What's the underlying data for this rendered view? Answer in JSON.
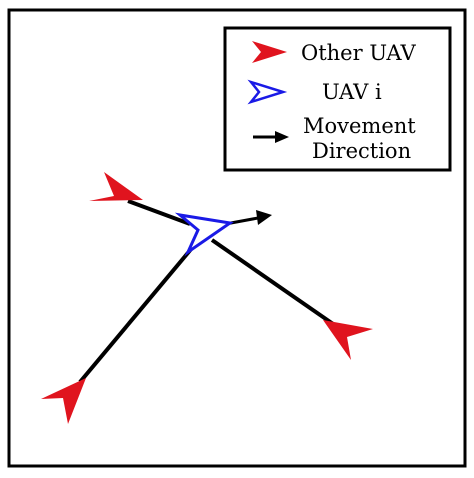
{
  "legend": {
    "other_uav": "Other UAV",
    "uav_i": "UAV i",
    "movement_line1": "Movement",
    "movement_line2": "Direction"
  },
  "colors": {
    "other_uav": "#e0141e",
    "uav_i": "#1a1ae6",
    "line": "#000000",
    "frame": "#000000"
  },
  "icons": {
    "other_uav": "red-arrowhead-icon",
    "uav_i": "blue-outline-arrowhead-icon",
    "movement": "black-arrow-icon"
  }
}
